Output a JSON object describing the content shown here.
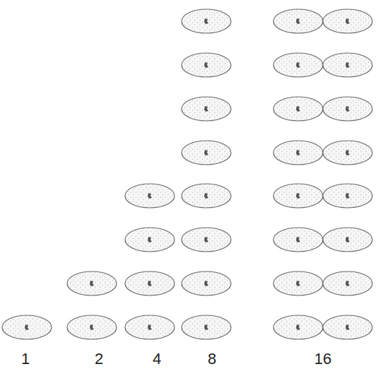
{
  "diagram": {
    "labels": [
      "1",
      "2",
      "4",
      "8",
      "16"
    ]
  }
}
